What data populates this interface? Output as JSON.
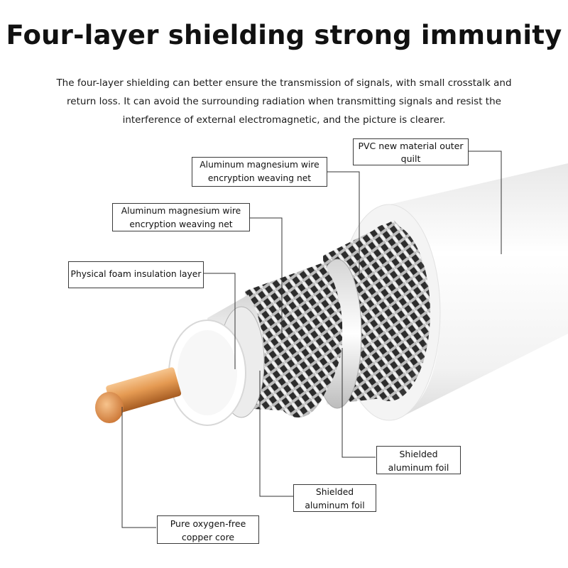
{
  "header": {
    "title": "Four-layer shielding strong immunity",
    "description": "The four-layer shielding can better ensure the transmission of signals, with small crosstalk and return loss. It can avoid the surrounding radiation when transmitting signals and resist the interference of external electromagnetic, and the picture is clearer."
  },
  "labels": {
    "pvc_jacket": "PVC new material outer quilt",
    "outer_braid": "Aluminum magnesium wire encryption weaving net",
    "inner_braid": "Aluminum magnesium wire encryption weaving net",
    "foam_insulation": "Physical foam insulation layer",
    "outer_foil": "Shielded aluminum foil",
    "inner_foil": "Shielded aluminum foil",
    "copper_core": "Pure oxygen-free copper core"
  },
  "colors": {
    "copper": "#e39a54",
    "braid": "#8a8a8a",
    "jacket": "#f6f6f6",
    "leader_line": "#333333"
  }
}
